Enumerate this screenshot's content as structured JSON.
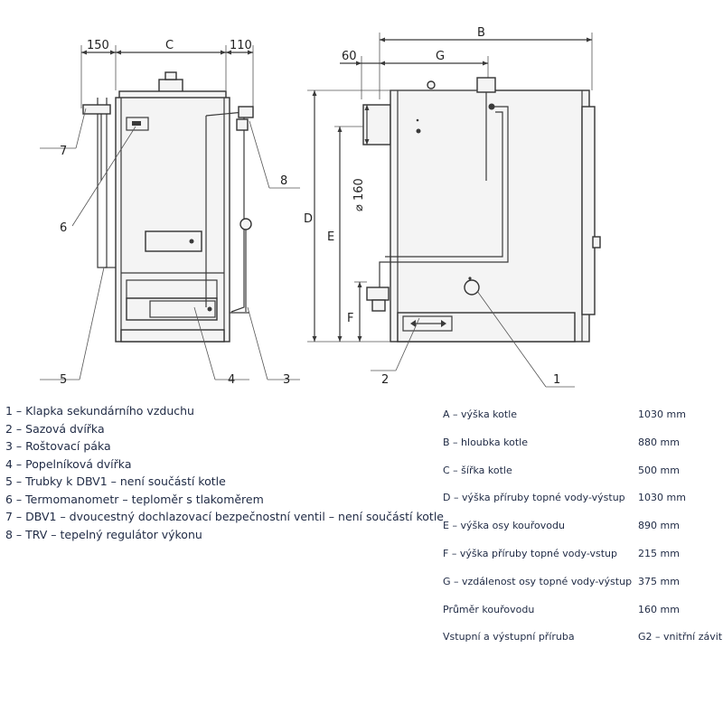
{
  "dimensions": {
    "d150": "150",
    "dC": "C",
    "d110": "110",
    "dB": "B",
    "d60": "60",
    "dG": "G",
    "dD": "D",
    "dE": "E",
    "dF": "F",
    "d160": "⌀ 160"
  },
  "callouts": [
    "1",
    "2",
    "3",
    "4",
    "5",
    "6",
    "7",
    "8"
  ],
  "legend": [
    "1 – Klapka sekundárního vzduchu",
    "2 – Sazová dvířka",
    "3 – Roštovací páka",
    "4 – Popelníková dvířka",
    "5 – Trubky k DBV1 – není součástí kotle",
    "6 – Termomanometr – teploměr s tlakoměrem",
    "7 – DBV1 – dvoucestný dochlazovací bezpečnostní ventil – není součástí kotle",
    "8 – TRV – tepelný regulátor výkonu"
  ],
  "specs": [
    {
      "label": "A – výška kotle",
      "value": "1030 mm"
    },
    {
      "label": "B – hloubka kotle",
      "value": "880 mm"
    },
    {
      "label": "C – šířka kotle",
      "value": "500 mm"
    },
    {
      "label": "D – výška příruby topné vody-výstup",
      "value": "1030 mm"
    },
    {
      "label": "E – výška osy kouřovodu",
      "value": "890 mm"
    },
    {
      "label": "F – výška příruby topné vody-vstup",
      "value": "215 mm"
    },
    {
      "label": "G – vzdálenost osy topné vody-výstup",
      "value": "375 mm"
    },
    {
      "label": "Průměr kouřovodu",
      "value": "160 mm"
    },
    {
      "label": "Vstupní a výstupní příruba",
      "value": "G2 – vnitřní závit"
    }
  ]
}
